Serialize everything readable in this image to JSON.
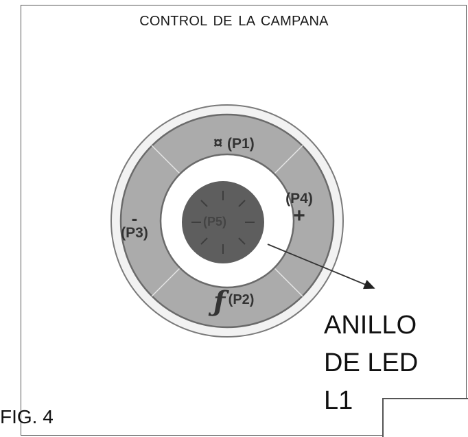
{
  "title": "CONTROL  DE  LA CAMPANA",
  "figure_label": "FIG. 4",
  "callout": {
    "line1": "ANILLO",
    "line2": "DE LED",
    "line3": "L1"
  },
  "buttons": {
    "p1": {
      "symbol": "¤",
      "label": "(P1)"
    },
    "p2": {
      "symbol": "ƒ",
      "label": "(P2)"
    },
    "p3": {
      "symbol": "-",
      "label": "(P3)"
    },
    "p4": {
      "symbol": "+",
      "label": "(P4)"
    },
    "p5": {
      "label": "(P5)"
    }
  },
  "colors": {
    "outer_ring": "#f0f0f0",
    "button_ring": "#a8a8a8",
    "led_ring": "#ffffff",
    "center_button": "#5e5e5e",
    "stroke": "#6a6a6a"
  }
}
